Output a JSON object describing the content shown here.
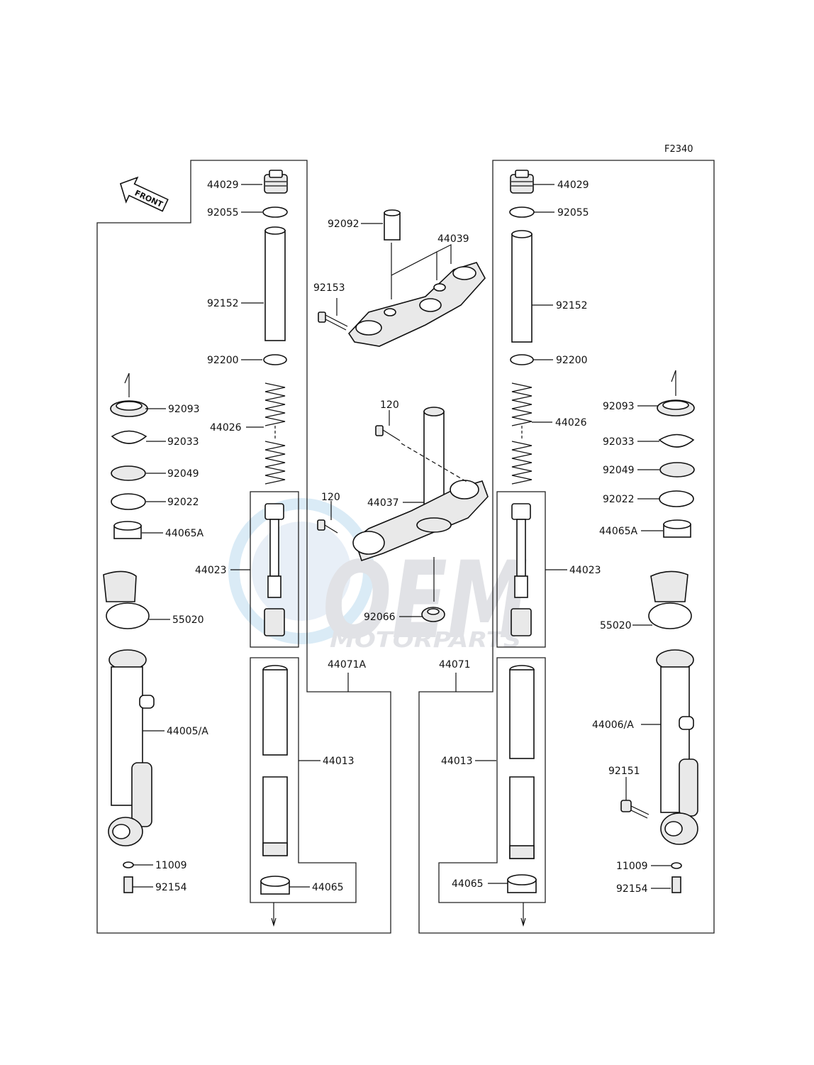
{
  "diagram_code": "F2340",
  "front_label": "FRONT",
  "watermark": {
    "brand": "OEM",
    "sub": "MOTORPARTS"
  },
  "labels": {
    "l44029": "44029",
    "l92055": "92055",
    "l92152": "92152",
    "l92200": "92200",
    "l92093": "92093",
    "l44026": "44026",
    "l92033": "92033",
    "l92049": "92049",
    "l92022": "92022",
    "l44065A": "44065A",
    "l44023": "44023",
    "l55020": "55020",
    "l44005A": "44005/A",
    "l11009": "11009",
    "l92154": "92154",
    "l44013": "44013",
    "l44065": "44065",
    "l44071A": "44071A",
    "r44029": "44029",
    "r92055": "92055",
    "r92152": "92152",
    "r92200": "92200",
    "r92093": "92093",
    "r44026": "44026",
    "r92033": "92033",
    "r92049": "92049",
    "r92022": "92022",
    "r44065A": "44065A",
    "r44023": "44023",
    "r55020": "55020",
    "r44006A": "44006/A",
    "r92151": "92151",
    "r11009": "11009",
    "r92154": "92154",
    "r44013": "44013",
    "r44065": "44065",
    "r44071": "44071",
    "c92092": "92092",
    "c44039": "44039",
    "c92153": "92153",
    "c120a": "120",
    "c120b": "120",
    "c44037": "44037",
    "c92066": "92066"
  }
}
